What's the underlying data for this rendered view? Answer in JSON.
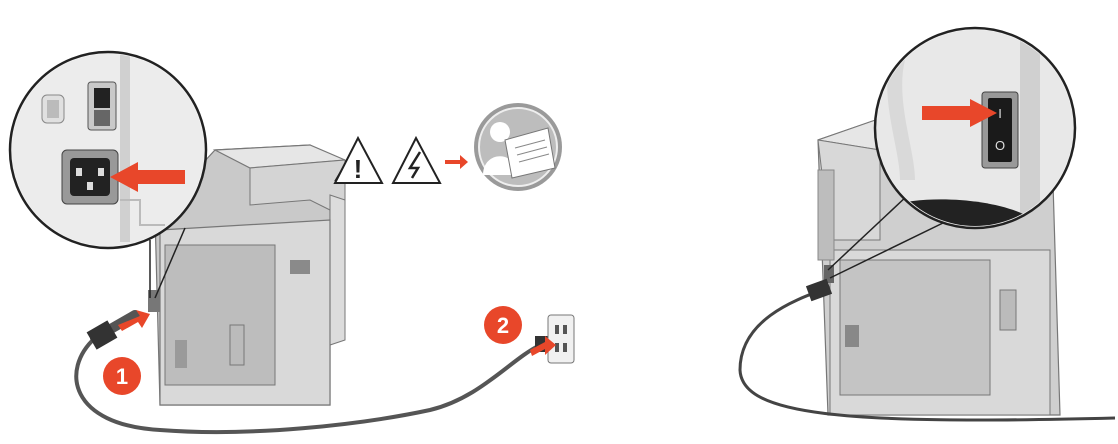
{
  "illustration": {
    "steps": [
      {
        "number": "1"
      },
      {
        "number": "2"
      }
    ],
    "warning": {
      "caution_symbol": "!",
      "caution_icon": "caution-triangle-icon",
      "shock_icon": "electrical-hazard-triangle-icon",
      "manual_icon": "read-manual-icon"
    },
    "switch": {
      "on_mark": "I",
      "off_mark": "O"
    },
    "colors": {
      "accent_red": "#e8472a",
      "printer_body": "#d9d9d9",
      "printer_panel": "#bdbdbd",
      "cord": "#555555"
    }
  }
}
